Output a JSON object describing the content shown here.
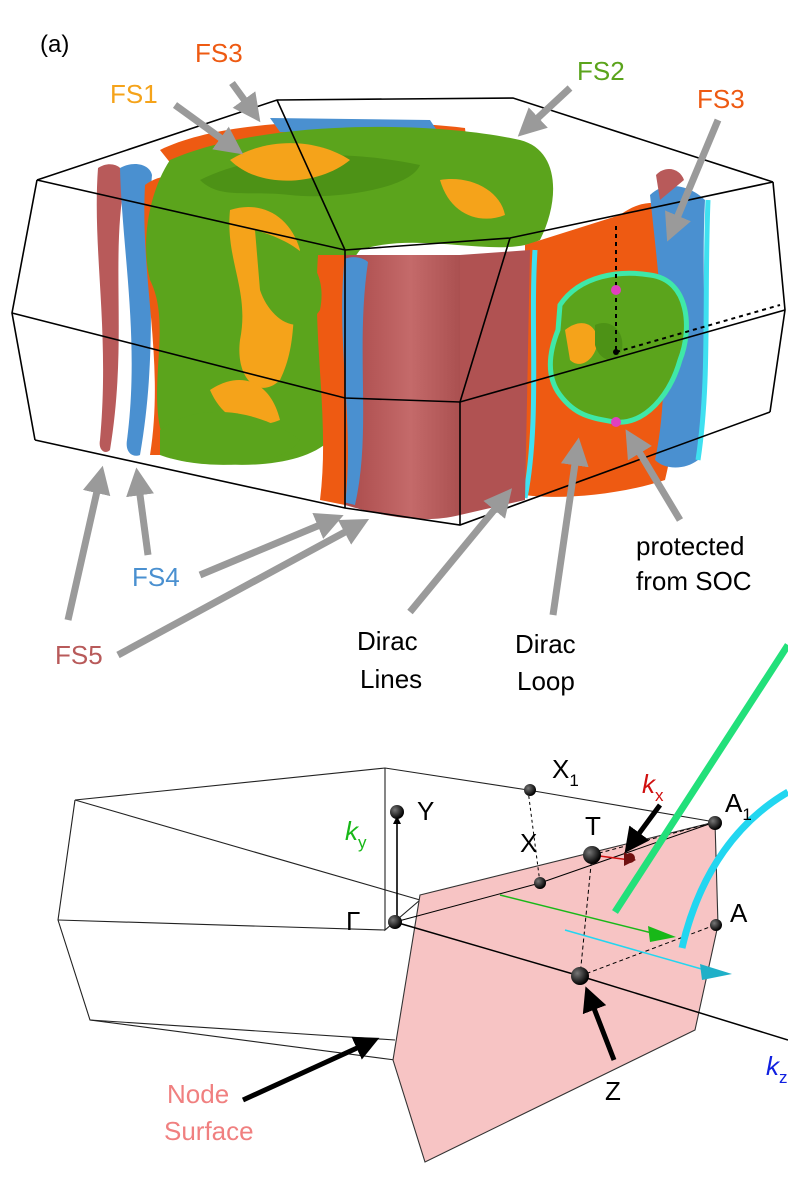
{
  "panel_label": "(a)",
  "colors": {
    "fs1": "#f5a31a",
    "fs2": "#5ba41c",
    "fs3": "#ee5a12",
    "fs4": "#4a90d0",
    "fs5": "#b85a5a",
    "arrow_gray": "#9a9a9a",
    "dirac_line": "#3fe0f0",
    "dirac_loop": "#3fe8a8",
    "protected_point": "#e040c0",
    "node_surface": "#f7c4c4",
    "node_label": "#f08080",
    "kx": "#d01010",
    "ky": "#18b818",
    "kz": "#1020e0",
    "green_line": "#22e07a",
    "cyan_line": "#22d6f0"
  },
  "top": {
    "labels": {
      "fs1": "FS1",
      "fs2": "FS2",
      "fs3_left": "FS3",
      "fs3_right": "FS3",
      "fs4": "FS4",
      "fs5": "FS5",
      "dirac_lines_1": "Dirac",
      "dirac_lines_2": "Lines",
      "dirac_loop_1": "Dirac",
      "dirac_loop_2": "Loop",
      "protected_1": "protected",
      "protected_2": "from SOC"
    }
  },
  "bottom": {
    "points": {
      "gamma": "Γ",
      "y": "Y",
      "x": "X",
      "x1": "X",
      "x1_sub": "1",
      "t": "T",
      "a": "A",
      "a1": "A",
      "a1_sub": "1",
      "z": "Z"
    },
    "axes": {
      "kx": "k",
      "kx_sub": "x",
      "ky": "k",
      "ky_sub": "y",
      "kz": "k",
      "kz_sub": "z"
    },
    "node_label_1": "Node",
    "node_label_2": "Surface"
  }
}
